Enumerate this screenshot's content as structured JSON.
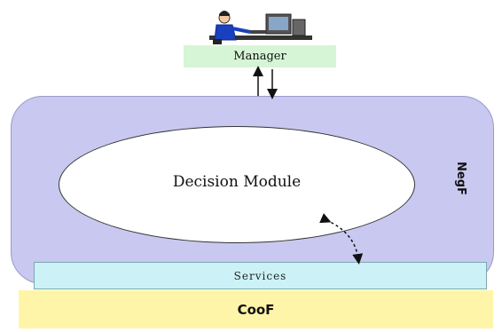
{
  "colors": {
    "manager_bg": "#d6f5d6",
    "negf_bg": "#c8c8f0",
    "services_bg": "#ccf2f7",
    "coof_bg": "#fff5a8"
  },
  "icons": {
    "manager_figure": "person-at-computer-icon"
  },
  "manager": {
    "label": "Manager"
  },
  "negf": {
    "label": "NegF"
  },
  "decision_module": {
    "label": "Decision Module"
  },
  "services": {
    "label": "Services"
  },
  "coof": {
    "label": "CooF"
  }
}
